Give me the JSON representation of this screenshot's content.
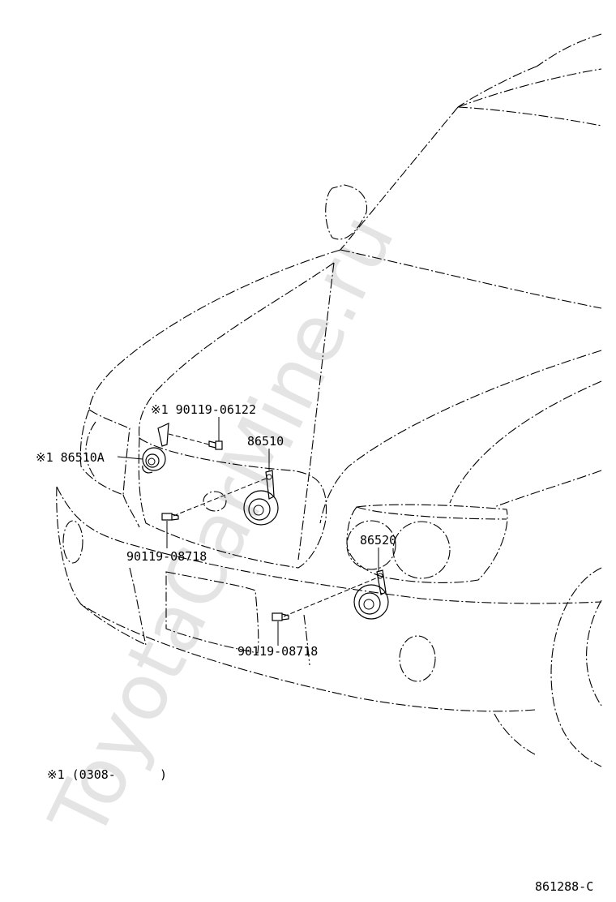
{
  "watermark": "ToyotaCarMine.ru",
  "labels": {
    "bolt_upper": "※1 90119-06122",
    "horn_left": "※1 86510A",
    "horn_center": "86510",
    "bolt_left": "90119-08718",
    "horn_right": "86520",
    "bolt_lower": "90119-08718"
  },
  "footnote": "※1 (0308-      )",
  "figure_id": "861288-C"
}
